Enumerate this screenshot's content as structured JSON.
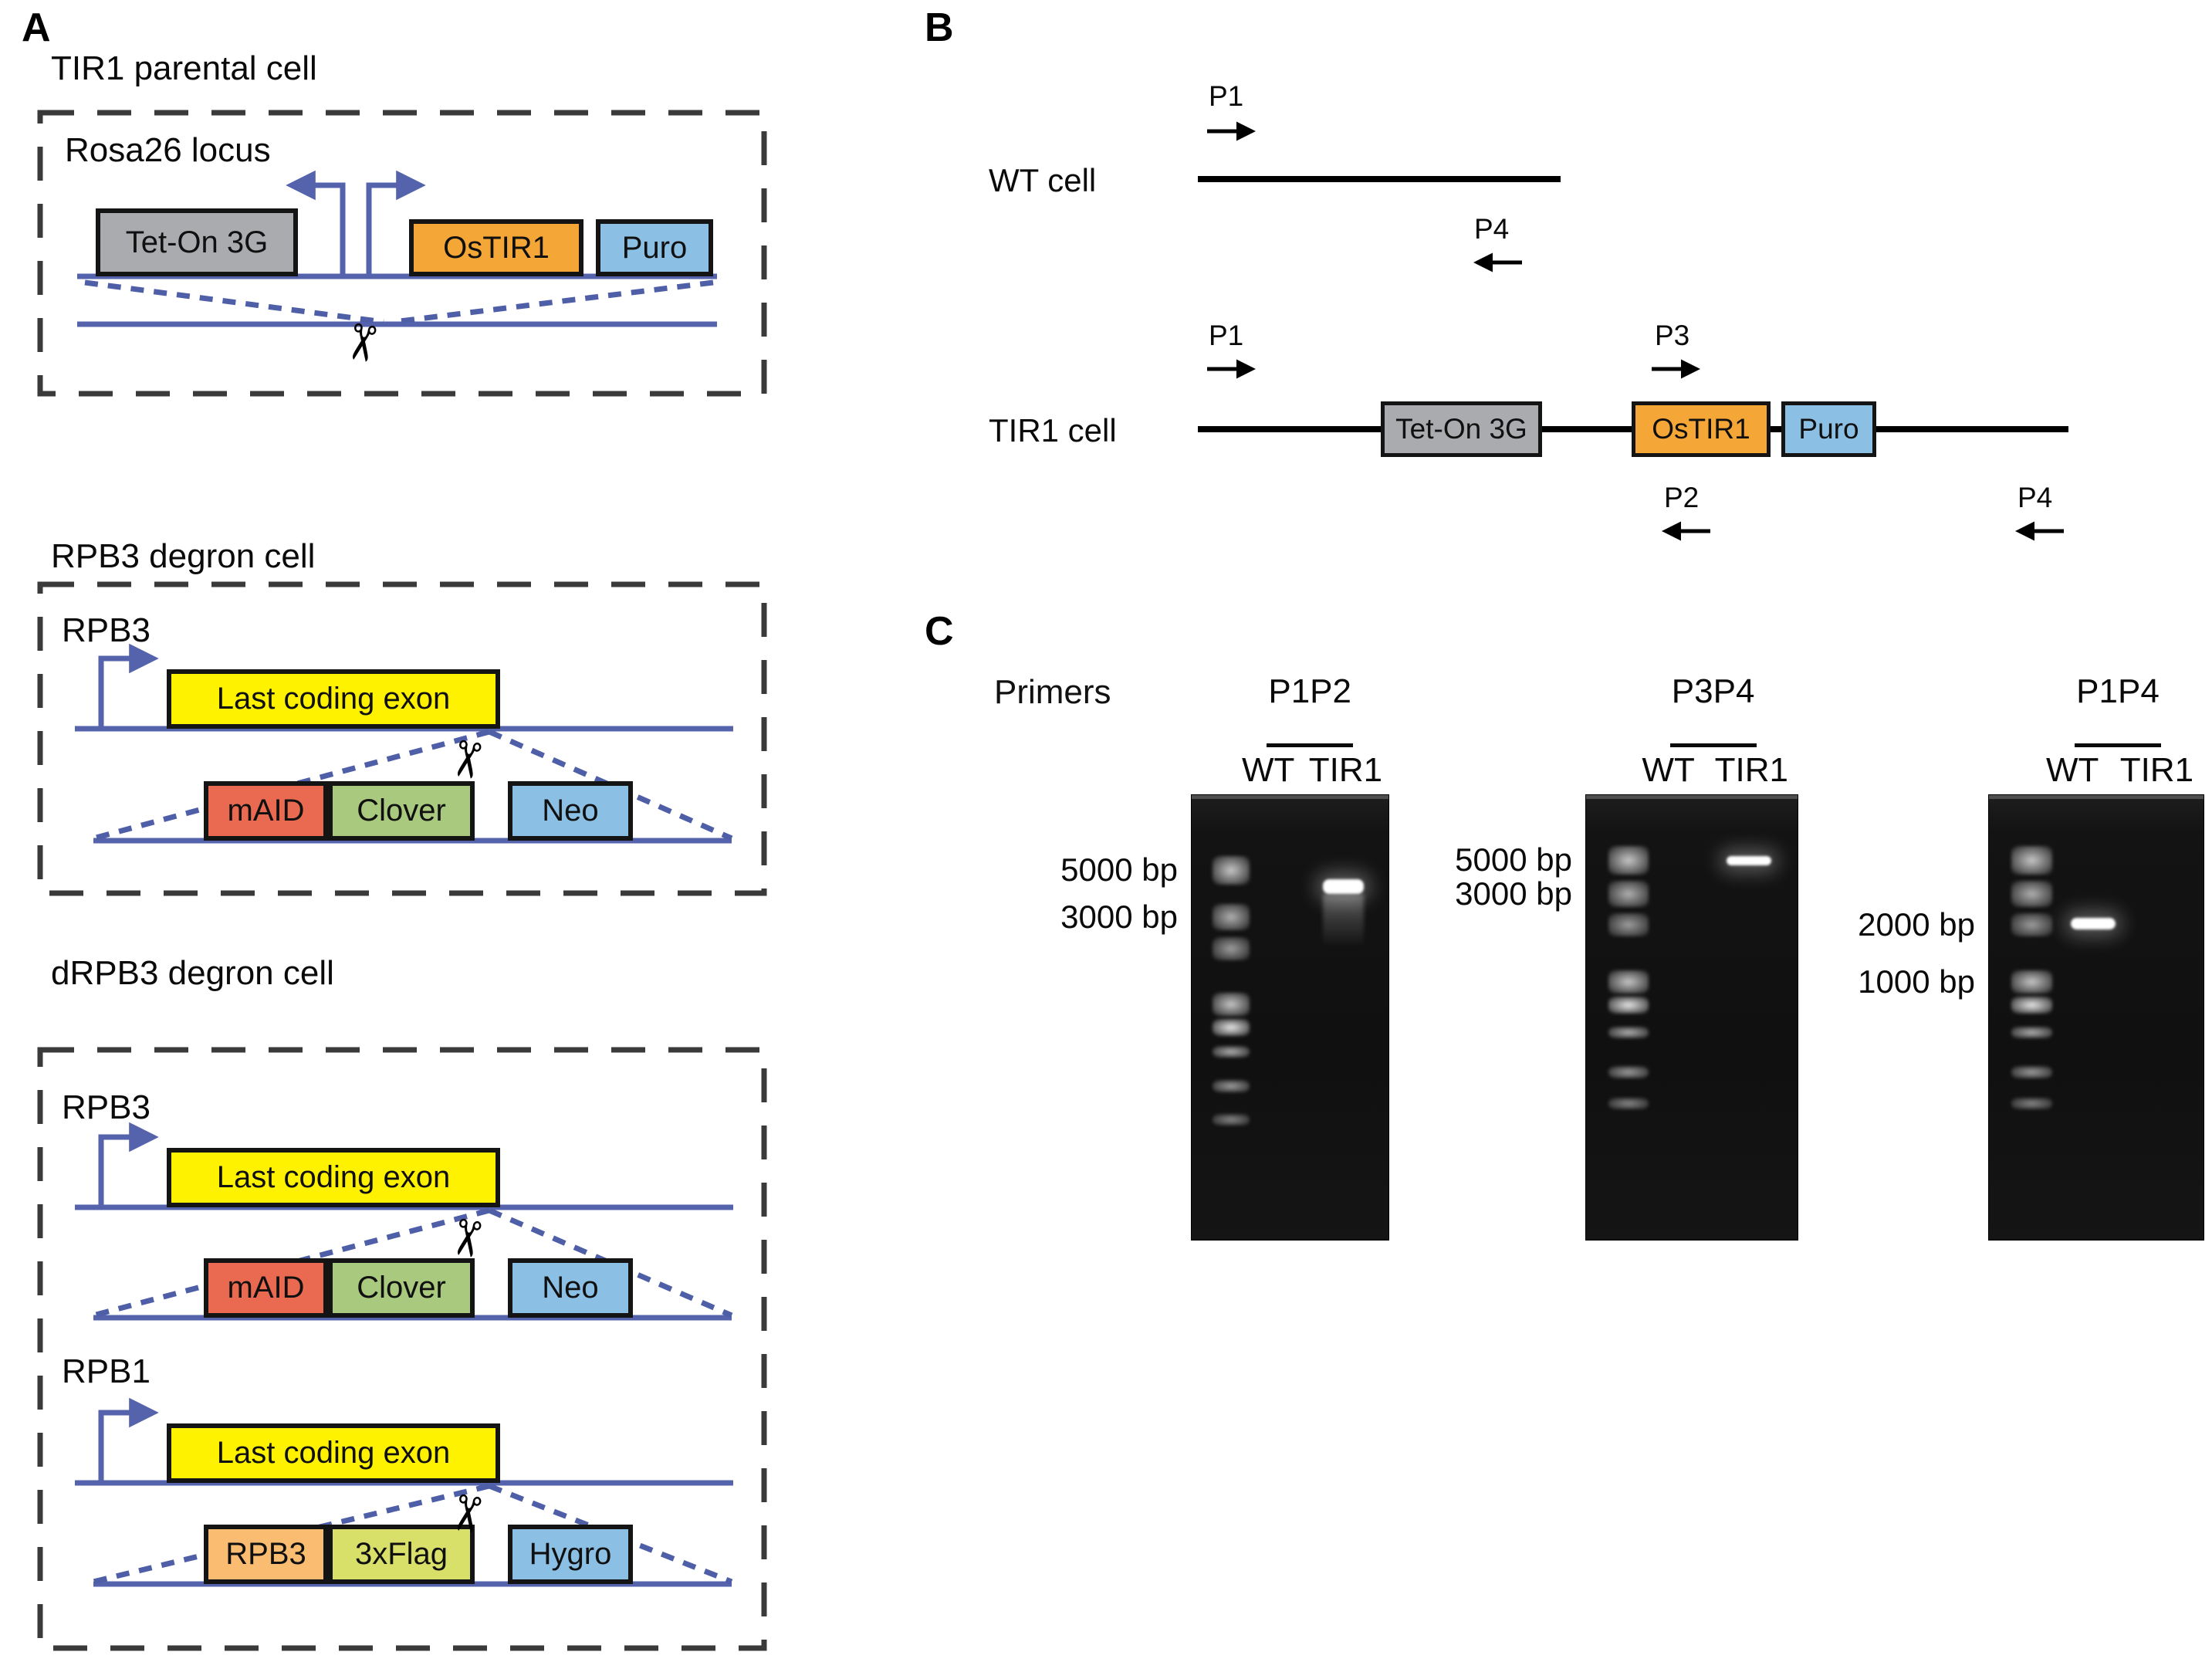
{
  "colors": {
    "construct_line_blue": "#5563ad",
    "insert_dash_blue": "#4e5fa8",
    "dashed_box_gray": "#3a3a3a",
    "tet_on_gray": "#a9abae",
    "ostir1_orange": "#f4a636",
    "selection_lightblue": "#8bbfe4",
    "exon_yellow": "#fef200",
    "maid_red": "#e96a50",
    "clover_green": "#a9c97e",
    "rpb3_lightorange": "#f9bc70",
    "flag_yellowgreen": "#d9e06a",
    "gel_background": "#121212"
  },
  "panel_a": {
    "label": "A",
    "tir1_parental": {
      "title": "TIR1 parental cell",
      "locus": "Rosa26 locus",
      "tet_on": "Tet-On 3G",
      "ostir1": "OsTIR1",
      "puro": "Puro"
    },
    "rpb3_degron": {
      "title": "RPB3 degron cell",
      "gene": "RPB3",
      "exon": "Last coding exon",
      "maid": "mAID",
      "clover": "Clover",
      "neo": "Neo"
    },
    "drpb3_degron": {
      "title": "dRPB3 degron cell",
      "rpb3": {
        "gene": "RPB3",
        "exon": "Last coding exon",
        "maid": "mAID",
        "clover": "Clover",
        "neo": "Neo"
      },
      "rpb1": {
        "gene": "RPB1",
        "exon": "Last coding exon",
        "rpb3": "RPB3",
        "flag": "3xFlag",
        "hygro": "Hygro"
      }
    }
  },
  "panel_b": {
    "label": "B",
    "wt": {
      "cell": "WT cell",
      "p1": "P1",
      "p4": "P4"
    },
    "tir1": {
      "cell": "TIR1 cell",
      "p1": "P1",
      "p3": "P3",
      "p2": "P2",
      "p4": "P4",
      "tet_on": "Tet-On 3G",
      "ostir1": "OsTIR1",
      "puro": "Puro"
    }
  },
  "panel_c": {
    "label": "C",
    "primers_label": "Primers",
    "lanes": {
      "WT": 0.485,
      "TIR1": 0.77,
      "sample_w": 0.21
    },
    "ladder_lane": {
      "x": 0.2,
      "w": 0.19
    },
    "gels": [
      {
        "primer_pair": "P1P2",
        "lane_labels": [
          "WT",
          "TIR1"
        ],
        "ladder_bands": [
          {
            "y": 0.137,
            "h": 0.064,
            "o": 0.8
          },
          {
            "y": 0.244,
            "h": 0.06,
            "o": 0.7
          },
          {
            "y": 0.319,
            "h": 0.052,
            "o": 0.62
          },
          {
            "y": 0.444,
            "h": 0.052,
            "o": 0.8
          },
          {
            "y": 0.503,
            "h": 0.038,
            "o": 0.95
          },
          {
            "y": 0.565,
            "h": 0.026,
            "o": 0.7
          },
          {
            "y": 0.641,
            "h": 0.028,
            "o": 0.62
          },
          {
            "y": 0.717,
            "h": 0.026,
            "o": 0.52
          }
        ],
        "markers": [
          {
            "label": "5000 bp",
            "band": 0
          },
          {
            "label": "3000 bp",
            "band": 1
          }
        ],
        "sample_band": {
          "lane": "TIR1",
          "y": 0.19,
          "h": 0.032,
          "smear": true
        }
      },
      {
        "primer_pair": "P3P4",
        "lane_labels": [
          "WT",
          "TIR1"
        ],
        "ladder_bands": [
          {
            "y": 0.114,
            "h": 0.064,
            "o": 0.8
          },
          {
            "y": 0.192,
            "h": 0.06,
            "o": 0.7
          },
          {
            "y": 0.266,
            "h": 0.052,
            "o": 0.62
          },
          {
            "y": 0.394,
            "h": 0.052,
            "o": 0.8
          },
          {
            "y": 0.453,
            "h": 0.038,
            "o": 0.95
          },
          {
            "y": 0.521,
            "h": 0.026,
            "o": 0.7
          },
          {
            "y": 0.609,
            "h": 0.028,
            "o": 0.62
          },
          {
            "y": 0.68,
            "h": 0.026,
            "o": 0.52
          }
        ],
        "markers": [
          {
            "label": "5000 bp",
            "band": 0
          },
          {
            "label": "3000 bp",
            "band": 1
          }
        ],
        "sample_band": {
          "lane": "TIR1",
          "y": 0.138,
          "h": 0.02,
          "smear": false
        }
      },
      {
        "primer_pair": "P1P4",
        "lane_labels": [
          "WT",
          "TIR1"
        ],
        "ladder_bands": [
          {
            "y": 0.114,
            "h": 0.064,
            "o": 0.8
          },
          {
            "y": 0.192,
            "h": 0.06,
            "o": 0.7
          },
          {
            "y": 0.266,
            "h": 0.052,
            "o": 0.62
          },
          {
            "y": 0.394,
            "h": 0.052,
            "o": 0.8
          },
          {
            "y": 0.453,
            "h": 0.038,
            "o": 0.95
          },
          {
            "y": 0.521,
            "h": 0.026,
            "o": 0.7
          },
          {
            "y": 0.609,
            "h": 0.028,
            "o": 0.62
          },
          {
            "y": 0.68,
            "h": 0.026,
            "o": 0.52
          }
        ],
        "markers": [
          {
            "label": "2000 bp",
            "band": 2
          },
          {
            "label": "1000 bp",
            "band": 3
          }
        ],
        "sample_band": {
          "lane": "WT",
          "y": 0.276,
          "h": 0.026,
          "smear": false
        }
      }
    ]
  }
}
